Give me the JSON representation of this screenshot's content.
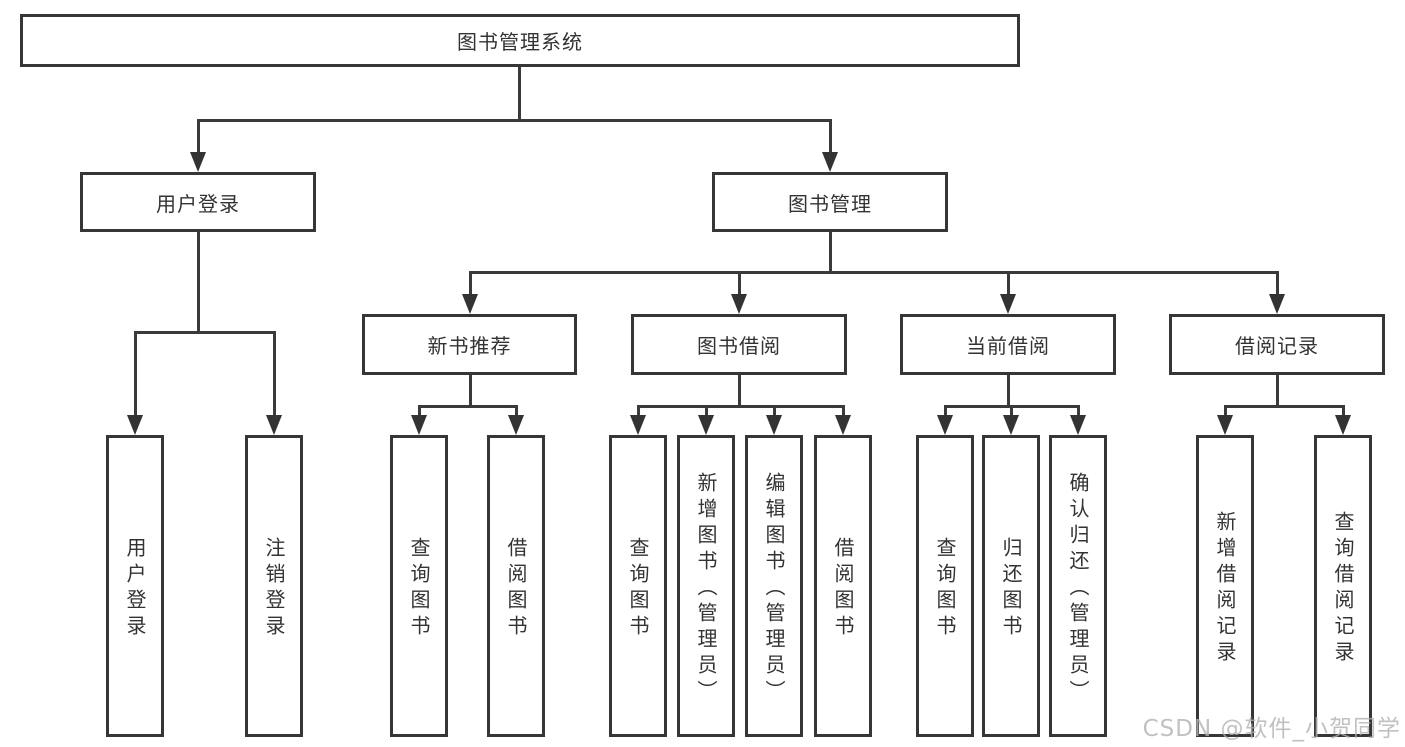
{
  "tree": {
    "root": {
      "label": "图书管理系统",
      "children": [
        {
          "label": "用户登录",
          "children": [
            {
              "label": "用户登录"
            },
            {
              "label": "注销登录"
            }
          ]
        },
        {
          "label": "图书管理",
          "children": [
            {
              "label": "新书推荐",
              "children": [
                {
                  "label": "查询图书"
                },
                {
                  "label": "借阅图书"
                }
              ]
            },
            {
              "label": "图书借阅",
              "children": [
                {
                  "label": "查询图书"
                },
                {
                  "label": "新增图书（管理员）"
                },
                {
                  "label": "编辑图书（管理员）"
                },
                {
                  "label": "借阅图书"
                }
              ]
            },
            {
              "label": "当前借阅",
              "children": [
                {
                  "label": "查询图书"
                },
                {
                  "label": "归还图书"
                },
                {
                  "label": "确认归还（管理员）"
                }
              ]
            },
            {
              "label": "借阅记录",
              "children": [
                {
                  "label": "新增借阅记录"
                },
                {
                  "label": "查询借阅记录"
                }
              ]
            }
          ]
        }
      ]
    }
  },
  "colors": {
    "line": "#363636",
    "text": "#333333",
    "watermark": "#b2b2b2",
    "background": "#ffffff"
  },
  "watermark": {
    "text": "CSDN @软件_小贺同学"
  }
}
